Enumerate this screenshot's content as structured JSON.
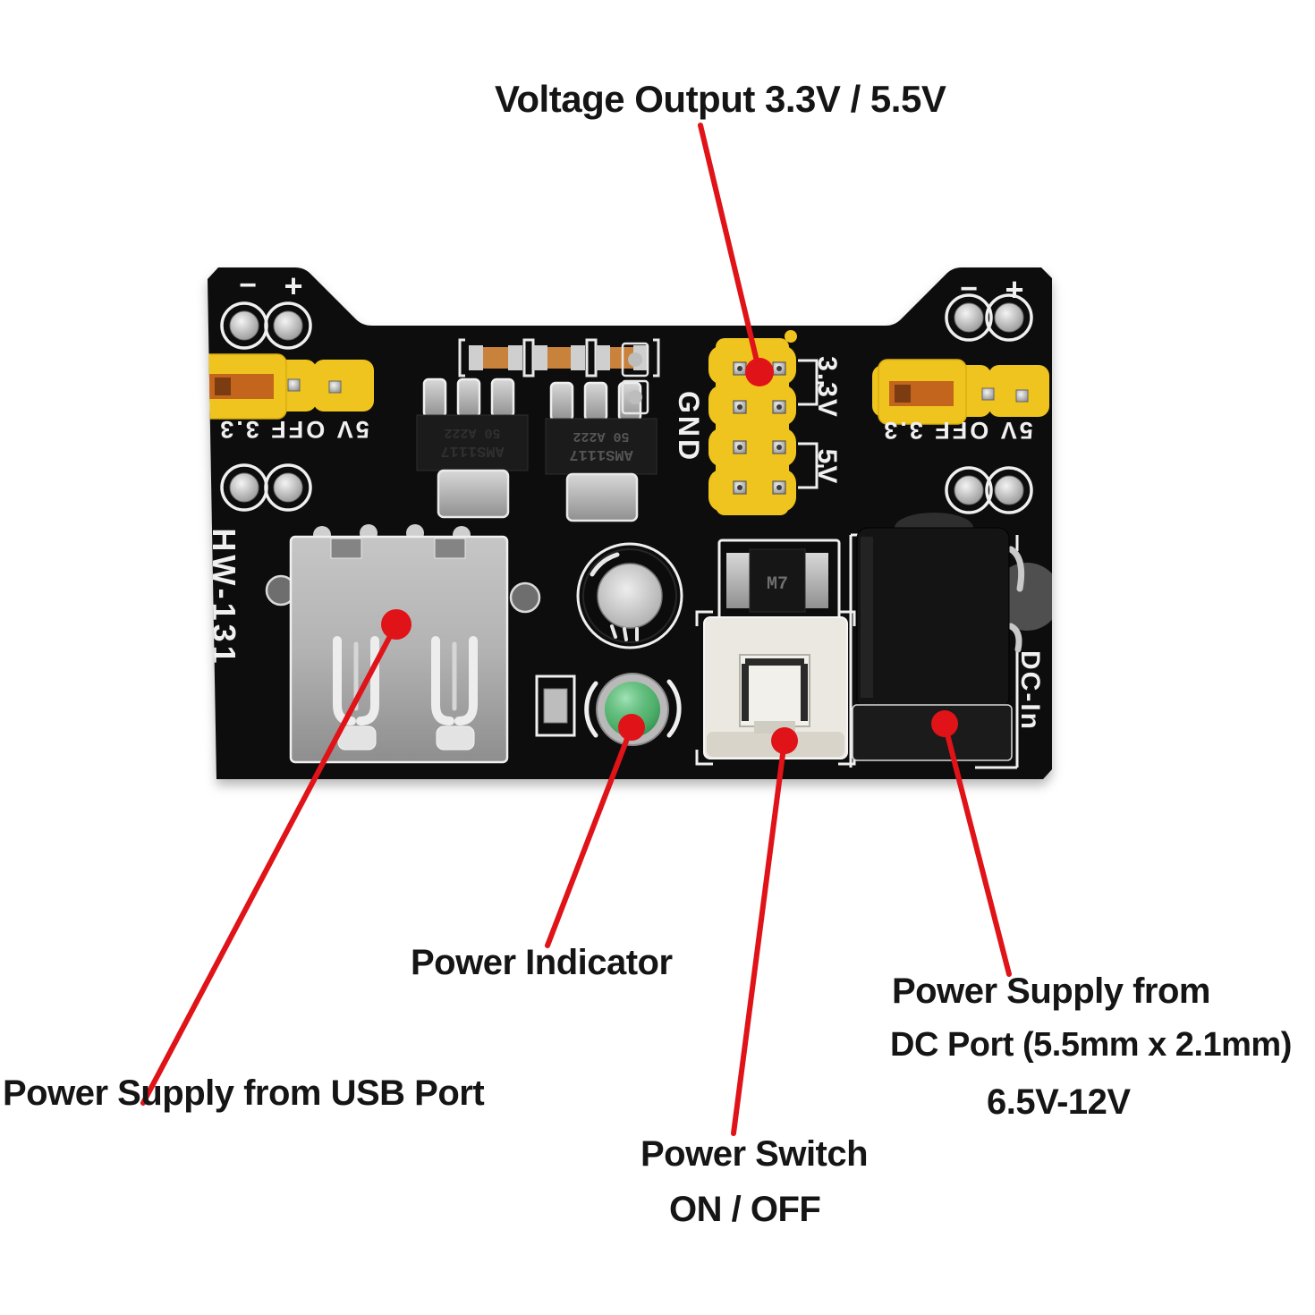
{
  "annotations": {
    "voltage_output": "Voltage Output 3.3V / 5.5V",
    "usb_supply": "Power Supply from USB Port",
    "power_indicator": "Power Indicator",
    "power_switch_line1": "Power Switch",
    "power_switch_line2": "ON / OFF",
    "dc_supply_line1": "Power Supply from",
    "dc_supply_line2": "DC Port (5.5mm x 2.1mm)",
    "dc_supply_line3": "6.5V-12V"
  },
  "board": {
    "model": "HW-131",
    "dc_port": "DC-In",
    "gnd": "GND",
    "rail_33": "3.3V",
    "rail_5": "5V",
    "jumper_left": "5V OFF 3.3",
    "jumper_right": "5V OFF 3.3",
    "minus": "−",
    "plus": "+",
    "regulator_line1": "AMS1117",
    "regulator_line2": "50 A222",
    "diode": "M7"
  },
  "colors": {
    "annotation_red": "#df1318",
    "jumper_yellow": "#f0c41e",
    "led_green": "#4cae67",
    "pcb_black": "#0e0e0e",
    "silkscreen_white": "#f0f0f0"
  }
}
